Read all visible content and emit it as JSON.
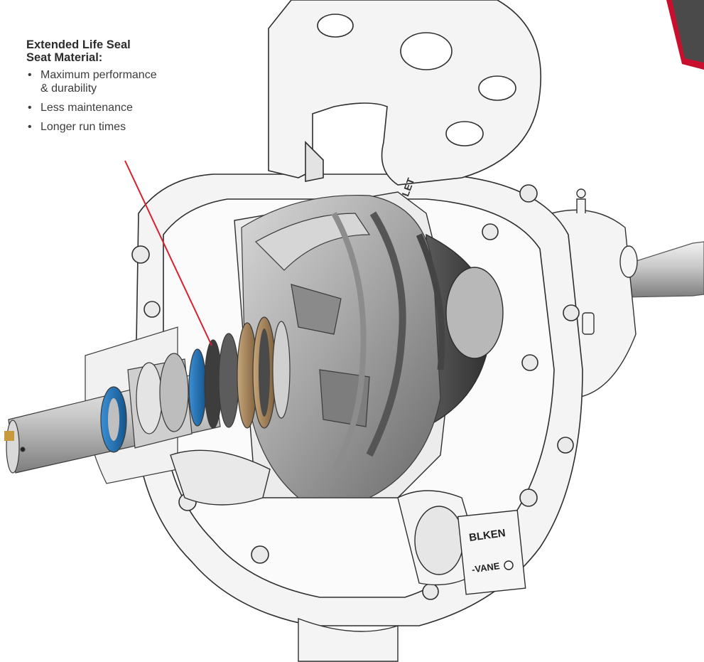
{
  "callout": {
    "title_line1": "Extended Life Seal",
    "title_line2": "Seat Material:",
    "bullets": [
      {
        "line1": "Maximum performance",
        "line2": "& durability"
      },
      {
        "line1": "Less maintenance",
        "line2": ""
      },
      {
        "line1": "Longer run times",
        "line2": ""
      }
    ]
  },
  "casing_labels": {
    "outlet_fragment": "LET",
    "nameplate_fragment": "BLKEN",
    "vane_text": "-VANE"
  },
  "colors": {
    "leader_line": "#d8202f",
    "seal_blue": "#1f6fb3",
    "seal_bronze": "#a8865a",
    "casing_gray": "#f4f4f4",
    "impeller_gray": "#9a9a9a",
    "badge_red": "#c8102e"
  }
}
